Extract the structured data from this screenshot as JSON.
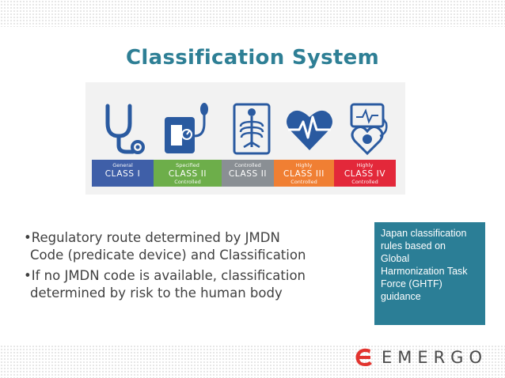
{
  "slide": {
    "title": "Classification System",
    "figure": {
      "classes": [
        {
          "top": "General",
          "main": "CLASS I",
          "bottom": "",
          "color": "#3f5fa8"
        },
        {
          "top": "Specified",
          "main": "CLASS II",
          "bottom": "Controlled",
          "color": "#6dae4a"
        },
        {
          "top": "Controlled",
          "main": "CLASS II",
          "bottom": "",
          "color": "#8a8f94"
        },
        {
          "top": "Highly",
          "main": "CLASS III",
          "bottom": "Controlled",
          "color": "#f07f33"
        },
        {
          "top": "Highly",
          "main": "CLASS IV",
          "bottom": "Controlled",
          "color": "#e3283a"
        }
      ],
      "icons": [
        "stethoscope-icon",
        "blood-pressure-monitor-icon",
        "x-ray-icon",
        "heart-pulse-icon",
        "cardiac-monitor-icon"
      ],
      "icon_color": "#2a5aa0"
    },
    "bullets": [
      [
        "•Regulatory route determined by JMDN",
        "Code (predicate device) and Classification"
      ],
      [
        "•If no JMDN code is available, classification",
        "determined by risk to the human body"
      ]
    ],
    "callout": {
      "lines": [
        "Japan classification",
        "rules based on",
        "Global",
        "Harmonization Task",
        "Force (GHTF)",
        "guidance"
      ],
      "color": "#2b7e96"
    },
    "brand": {
      "name": "EMERGO",
      "color": "#e2342f"
    },
    "colors": {
      "title": "#2e7f95",
      "text": "#404040"
    }
  }
}
